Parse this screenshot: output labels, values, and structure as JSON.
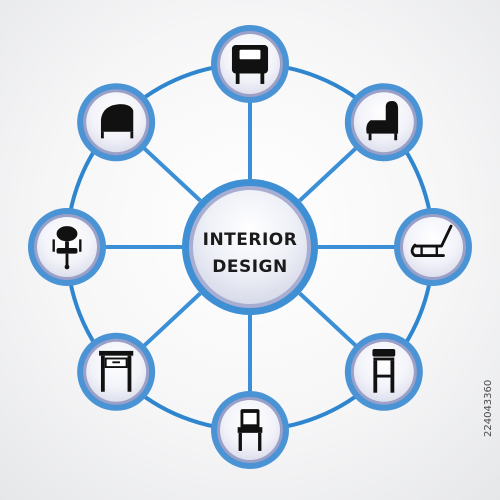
{
  "hub": {
    "line1": "INTERIOR",
    "line2": "DESIGN"
  },
  "nodes": [
    {
      "icon": "armchair-front-icon"
    },
    {
      "icon": "wingback-chair-icon"
    },
    {
      "icon": "rocking-chair-icon"
    },
    {
      "icon": "bar-stool-icon"
    },
    {
      "icon": "dining-chair-icon"
    },
    {
      "icon": "side-table-icon"
    },
    {
      "icon": "office-chair-icon"
    },
    {
      "icon": "loveseat-icon"
    }
  ],
  "side_id": "224043360",
  "colors": {
    "ring": "#2f86cf",
    "spoke": "#3a8fd6",
    "node_border": "#4a94d6",
    "node_inner_ring": "#9aa0c8",
    "icon": "#111111"
  }
}
